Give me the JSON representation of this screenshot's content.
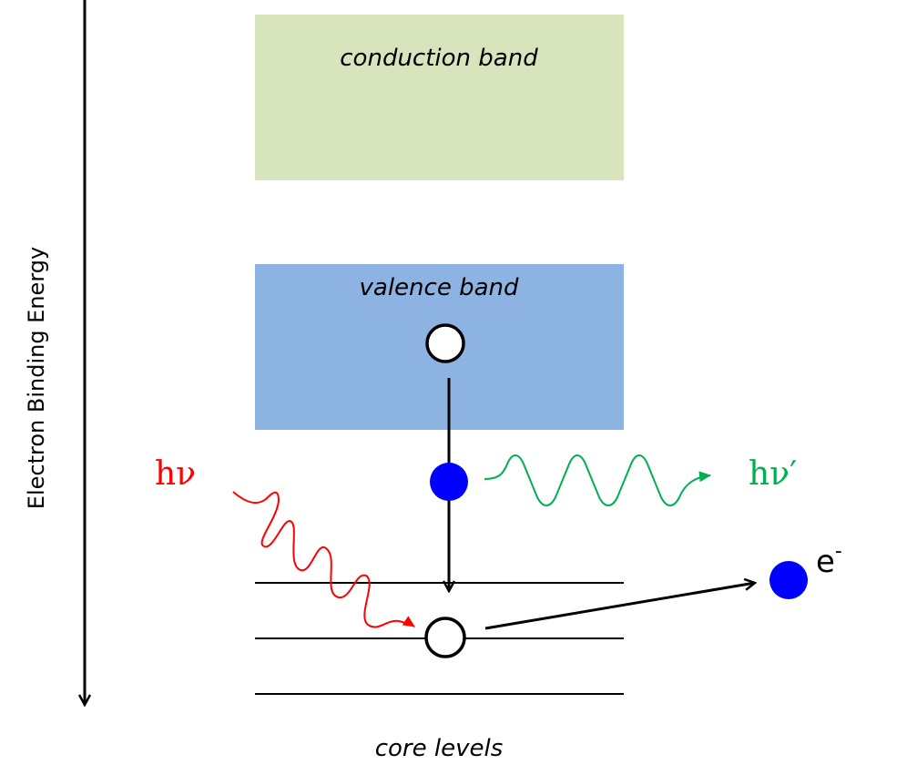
{
  "title": "X-ray fluorescence and photoemission energy diagram",
  "axis": {
    "label": "Electron Binding Energy",
    "direction": "increasing downward"
  },
  "bands": [
    {
      "id": "conduction",
      "label": "conduction band",
      "color": "#D8E4BC"
    },
    {
      "id": "valence",
      "label": "valence band",
      "color": "#8DB3E2"
    }
  ],
  "core_levels": {
    "label": "core levels",
    "count": 3
  },
  "photons": {
    "incident": {
      "label": "hν",
      "color": "#FF0000"
    },
    "emitted": {
      "label": "hν′",
      "color": "#00B050"
    }
  },
  "electron": {
    "label": "e",
    "charge": "-",
    "color": "#0000FF"
  },
  "particles": {
    "hole_color": "#FFFFFF",
    "outline_color": "#000000"
  }
}
